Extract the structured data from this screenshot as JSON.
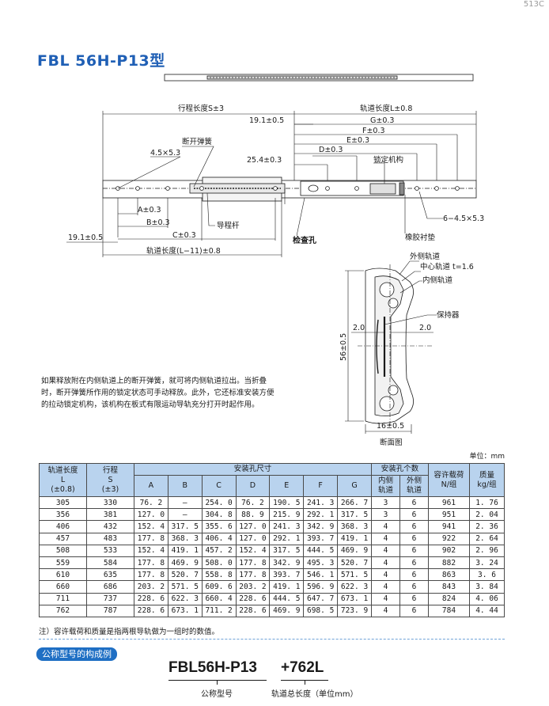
{
  "page_code": "513C",
  "title": "FBL 56H-P13型",
  "drawing_labels": {
    "stroke": "行程长度S±3",
    "rail_length": "轨道长度L±0.8",
    "off_19_1_top": "19.1±0.5",
    "g": "G±0.3",
    "f": "F±0.3",
    "e": "E±0.3",
    "d": "D±0.3",
    "off_25_4": "25.4±0.3",
    "lock_mech": "锁定机构",
    "break_spring": "断开弹簧",
    "hole_45": "4.5×5.3",
    "a": "A±0.3",
    "b": "B±0.3",
    "c": "C±0.3",
    "guide_rod": "导程杆",
    "holes_6": "6−4.5×5.3",
    "rubber_pad": "橡胶衬垫",
    "inspect_hole": "检查孔",
    "off_19_1_left": "19.1±0.5",
    "rail_l11": "轨道长度(L−11)±0.8",
    "outer_rail": "外侧轨道",
    "center_rail": "中心轨道 t=1.6",
    "inner_rail": "内侧轨道",
    "retainer": "保持器",
    "gap_left": "2.0",
    "gap_right": "2.0",
    "height": "56±0.5",
    "width": "16±0.5",
    "section_caption": "断面图"
  },
  "description": "如果释放附在内侧轨道上的断开弹簧，就可将内侧轨道拉出。当折叠时，断开弹簧所作用的锁定状态可手动释放。此外，它还标准安装方便的拉动锁定机构，该机构在板式有限运动导轨充分打开时起作用。",
  "unit": "单位：mm",
  "table": {
    "headers": {
      "rail_length": "轨道长度",
      "rail_l": "L",
      "rail_tol": "(±0.8)",
      "stroke": "行程",
      "stroke_s": "S",
      "stroke_tol": "(±3)",
      "holes_dim": "安装孔尺寸",
      "a": "A",
      "b": "B",
      "c": "C",
      "d": "D",
      "e": "E",
      "f": "F",
      "g": "G",
      "holes_count": "安装孔个数",
      "inner": "内侧\n轨道",
      "outer": "外侧\n轨道",
      "load": "容许载荷\nN/组",
      "mass": "质量\nkg/组"
    },
    "rows": [
      [
        "305",
        "330",
        "76. 2",
        "—",
        "254. 0",
        "76. 2",
        "190. 5",
        "241. 3",
        "266. 7",
        "3",
        "6",
        "961",
        "1. 76"
      ],
      [
        "356",
        "381",
        "127. 0",
        "—",
        "304. 8",
        "88. 9",
        "215. 9",
        "292. 1",
        "317. 5",
        "3",
        "6",
        "951",
        "2. 04"
      ],
      [
        "406",
        "432",
        "152. 4",
        "317. 5",
        "355. 6",
        "127. 0",
        "241. 3",
        "342. 9",
        "368. 3",
        "4",
        "6",
        "941",
        "2. 36"
      ],
      [
        "457",
        "483",
        "177. 8",
        "368. 3",
        "406. 4",
        "127. 0",
        "292. 1",
        "393. 7",
        "419. 1",
        "4",
        "6",
        "922",
        "2. 64"
      ],
      [
        "508",
        "533",
        "152. 4",
        "419. 1",
        "457. 2",
        "152. 4",
        "317. 5",
        "444. 5",
        "469. 9",
        "4",
        "6",
        "902",
        "2. 96"
      ],
      [
        "559",
        "584",
        "177. 8",
        "469. 9",
        "508. 0",
        "177. 8",
        "342. 9",
        "495. 3",
        "520. 7",
        "4",
        "6",
        "882",
        "3. 24"
      ],
      [
        "610",
        "635",
        "177. 8",
        "520. 7",
        "558. 8",
        "177. 8",
        "393. 7",
        "546. 1",
        "571. 5",
        "4",
        "6",
        "863",
        "3. 6"
      ],
      [
        "660",
        "686",
        "203. 2",
        "571. 5",
        "609. 6",
        "203. 2",
        "419. 1",
        "596. 9",
        "622. 3",
        "4",
        "6",
        "843",
        "3. 84"
      ],
      [
        "711",
        "737",
        "228. 6",
        "622. 3",
        "660. 4",
        "228. 6",
        "444. 5",
        "647. 7",
        "673. 1",
        "4",
        "6",
        "824",
        "4. 06"
      ],
      [
        "762",
        "787",
        "228. 6",
        "673. 1",
        "711. 2",
        "228. 6",
        "469. 9",
        "698. 5",
        "723. 9",
        "4",
        "6",
        "784",
        "4. 44"
      ]
    ]
  },
  "note": "注）容许载荷和质量是指两根导轨做为一组时的数值。",
  "example": {
    "tag": "公称型号的构成例",
    "model": "FBL56H-P13",
    "suffix": "+762L",
    "model_caption": "公称型号",
    "suffix_caption": "轨道总长度（单位mm）"
  },
  "colors": {
    "title": "#1f5fb5",
    "header_bg": "#b9d3ee",
    "tag_bg": "#1f6fc4"
  }
}
